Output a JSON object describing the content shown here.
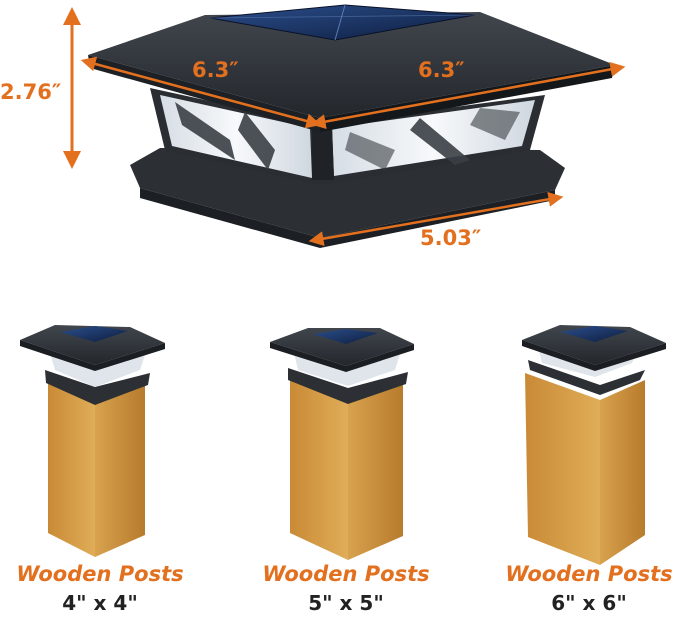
{
  "dimensions": {
    "height": "2.76″",
    "top_left": "6.3″",
    "top_right": "6.3″",
    "base": "5.03″"
  },
  "posts": [
    {
      "title": "Wooden Posts",
      "size": "4\" x 4\""
    },
    {
      "title": "Wooden Posts",
      "size": "5\" x 5\""
    },
    {
      "title": "Wooden Posts",
      "size": "6\" x 6\""
    }
  ],
  "colors": {
    "accent": "#e2701e",
    "cap_body": "#2f3338",
    "wood": "#d9a046",
    "panel": "#eef2f6"
  }
}
